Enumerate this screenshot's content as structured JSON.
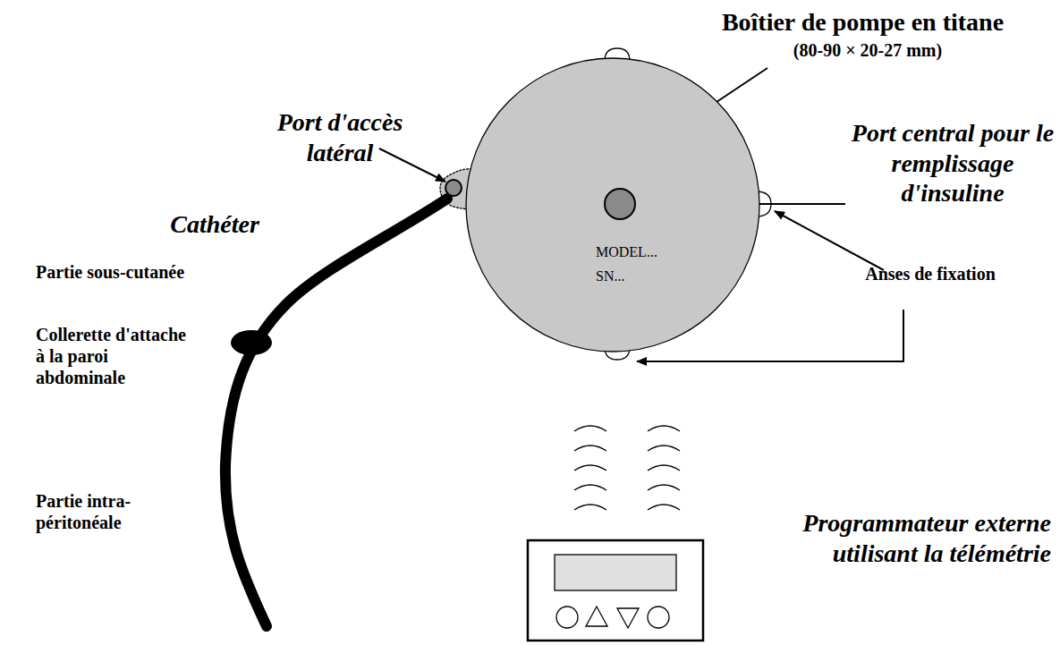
{
  "diagram": {
    "nodes": [
      {
        "text": [
          "MODEL... SN..."
        ]
      }
    ],
    "labels": [
      "Boîtier de pompe en titane",
      "(80-90 × 20-27 mm)",
      "Port d'accès latéral",
      "Port central pour le remplissage d'insuline",
      "Anses de fixation",
      "Cathéter",
      "Partie sous-cutanée",
      "Collerette d'attache à la paroi abdominale",
      "Partie intra-péritonéale",
      "Programmateur externe utilisant la télémétrie"
    ]
  }
}
